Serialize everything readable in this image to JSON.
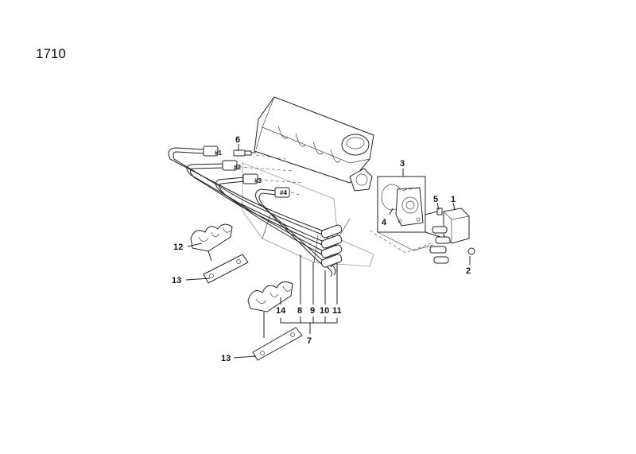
{
  "diagram_code": "1710",
  "callouts": {
    "c1": "1",
    "c2": "2",
    "c3": "3",
    "c4": "4",
    "c5": "5",
    "c6": "6",
    "c7": "7",
    "c8": "8",
    "c9": "9",
    "c10": "10",
    "c11": "11",
    "c12": "12",
    "c13a": "13",
    "c13b": "13",
    "c14": "14"
  },
  "cylinder_tags": {
    "t1": "#1",
    "t2": "#2",
    "t3": "#3",
    "t4": "#4"
  }
}
